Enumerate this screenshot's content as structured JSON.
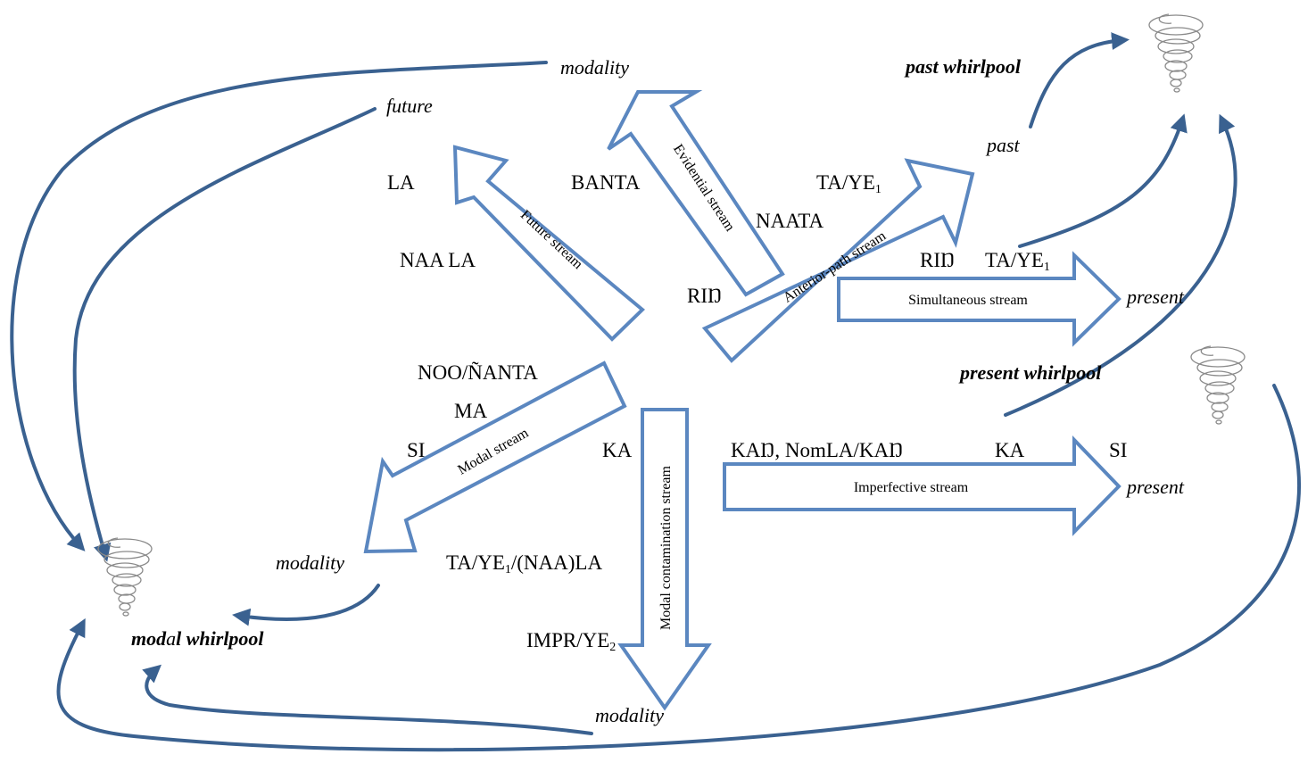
{
  "terms": {
    "modality_top": "modality",
    "future": "future",
    "past": "past",
    "present_simultaneous": "present",
    "present_imperfective": "present",
    "modality_left": "modality",
    "modality_bottom": "modality"
  },
  "whirlpools": {
    "past": "past whirlpool",
    "present": "present whirlpool",
    "modal_a": "mod",
    "modal_b": "a",
    "modal_c": "l whirlpool"
  },
  "streams": {
    "future": "Future stream",
    "evidential": "Evidential stream",
    "anterior_path": "Anterior-path stream",
    "simultaneous": "Simultaneous  stream",
    "modal": "Modal stream",
    "modal_contamination": "Modal contamination stream",
    "imperfective": "Imperfective stream"
  },
  "markers": {
    "la": "LA",
    "naa_la": "NAA LA",
    "banta": "BANTA",
    "ta_ye1_top": "TA/YE",
    "ta_ye1_top_sub": "1",
    "naata": "NAATA",
    "rin_left": "RIŊ",
    "rin_right": "RIŊ",
    "ta_ye1_right": "TA/YE",
    "ta_ye1_right_sub": "1",
    "noo_nanta": "NOO/ÑANTA",
    "ma": "MA",
    "si_left": "SI",
    "ka_center": "KA",
    "kan_nomla": "KAŊ, NomLA/KAŊ",
    "ka_right": "KA",
    "si_right": "SI",
    "ta_ye1_naa_la_a": "TA/YE",
    "ta_ye1_naa_la_sub": "1",
    "ta_ye1_naa_la_b": "/(NAA)LA",
    "impr_ye2": "IMPR/YE",
    "impr_ye2_sub": "2"
  },
  "colors": {
    "arrow_outline": "#5b87c0",
    "curve": "#3a6190",
    "whirlpool": "#8a8a8a"
  },
  "icons": {
    "whirlpool": "whirlpool-icon"
  }
}
